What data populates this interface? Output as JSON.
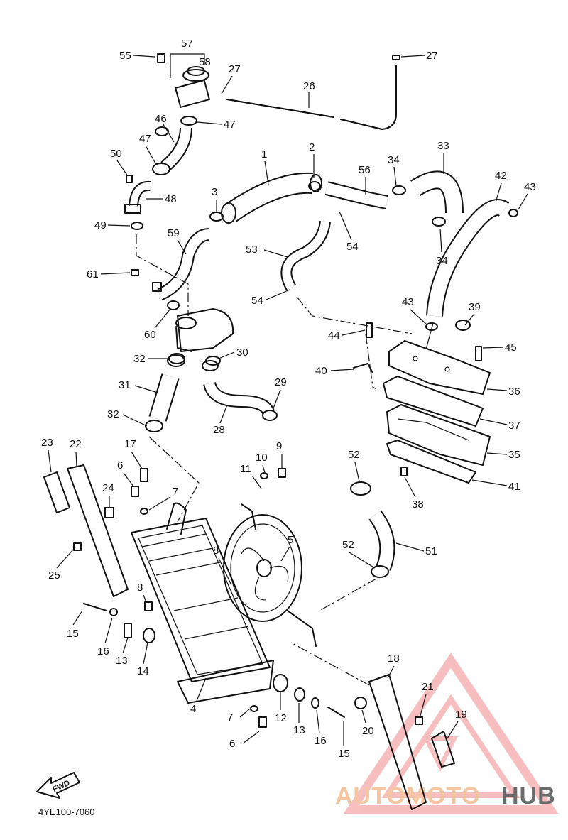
{
  "diagram_code": "4YE100-7060",
  "fwd_label": "FWD",
  "watermark": {
    "left": "AUTOMOTO",
    "right": "HUB",
    "accent": "#f08a8a"
  },
  "callouts": [
    "1",
    "2",
    "3",
    "4",
    "5",
    "6",
    "7",
    "8",
    "9",
    "10",
    "11",
    "12",
    "13",
    "14",
    "15",
    "16",
    "17",
    "18",
    "19",
    "20",
    "21",
    "22",
    "23",
    "24",
    "25",
    "26",
    "27",
    "28",
    "29",
    "30",
    "31",
    "32",
    "33",
    "34",
    "35",
    "36",
    "37",
    "38",
    "39",
    "40",
    "41",
    "42",
    "43",
    "44",
    "45",
    "46",
    "47",
    "48",
    "49",
    "50",
    "51",
    "52",
    "53",
    "54",
    "55",
    "56",
    "57",
    "58",
    "59",
    "60",
    "61"
  ]
}
